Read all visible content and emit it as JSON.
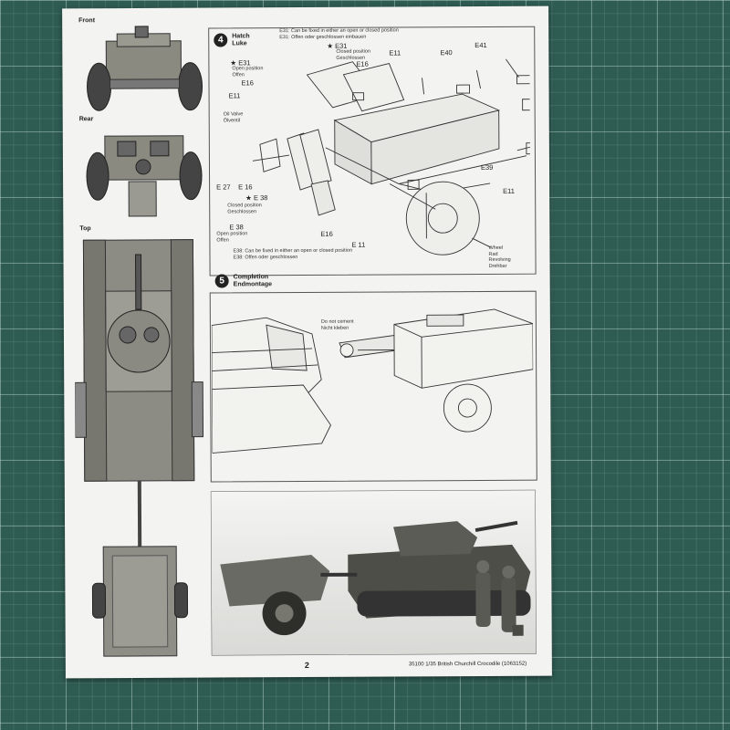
{
  "views": {
    "front": "Front",
    "rear": "Rear",
    "top": "Top"
  },
  "step4": {
    "number": "4",
    "title_en": "Hatch",
    "title_de": "Luke",
    "note_e31_en": "E31: Can be fixed in either an open or closed position",
    "note_e31_de": "E31: Offen oder geschlossen einbauen",
    "note_e38_en": "E38: Can be fixed in either an open or closed position",
    "note_e38_de": "E38: Offen oder geschlossen",
    "oil_valve_en": "Oil Valve",
    "oil_valve_de": "Ölventil",
    "open_en": "Open position",
    "open_de": "Offen",
    "closed_en": "Closed position",
    "closed_de": "Geschlossen",
    "wheel_en": "Wheel",
    "wheel_de": "Rad",
    "revolving_en": "Revolving",
    "revolving_de": "Drehbar",
    "parts": {
      "e31a": "★ E31",
      "e31b": "★ E31",
      "e16a": "E16",
      "e16b": "E16",
      "e16c": "E 16",
      "e16d": "E16",
      "e11a": "E11",
      "e11b": "E11",
      "e11c": "E11",
      "e11d": "E 11",
      "e40": "E40",
      "e41": "E41",
      "e39": "E39",
      "e27": "E 27",
      "e38a": "★ E 38",
      "e38b": "E 38"
    }
  },
  "step5": {
    "number": "5",
    "title_en": "Completion",
    "title_de": "Endmontage",
    "no_cement_en": "Do not cement",
    "no_cement_de": "Nicht kleben"
  },
  "footer": {
    "page": "2",
    "product": "35100 1/35 British Churchill Crocodile (1063152)"
  }
}
